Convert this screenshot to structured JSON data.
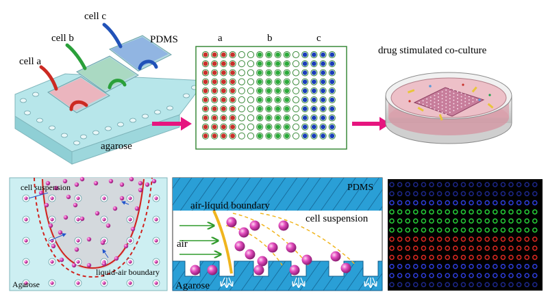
{
  "top": {
    "labels": {
      "cell_a": "cell a",
      "cell_b": "cell b",
      "cell_c": "cell c",
      "pdms": "PDMS",
      "agarose": "agarose"
    },
    "plate_columns": [
      "a",
      "b",
      "c"
    ],
    "drug_title": "drug stimulated co-culture"
  },
  "bottom": {
    "left": {
      "cell_suspension": "cell suspension",
      "liquid_air_boundary": "liquid-air boundary",
      "agarose": "Agarose"
    },
    "middle": {
      "pdms": "PDMS",
      "air_liquid_boundary": "air-liquid boundary",
      "cell_suspension": "cell suspension",
      "air": "air",
      "agarose": "Agarose"
    }
  },
  "colors": {
    "cell_a": "#c8302a",
    "cell_b": "#2aaa3a",
    "cell_c": "#1a3db8",
    "arrow": "#e6157f",
    "cell_bead": "#e24bbd",
    "pdms_blue": "#2a9fd6",
    "boundary": "#f0b51e",
    "dashed_red": "#d0211c",
    "air_arrow": "#2f9a2a"
  }
}
